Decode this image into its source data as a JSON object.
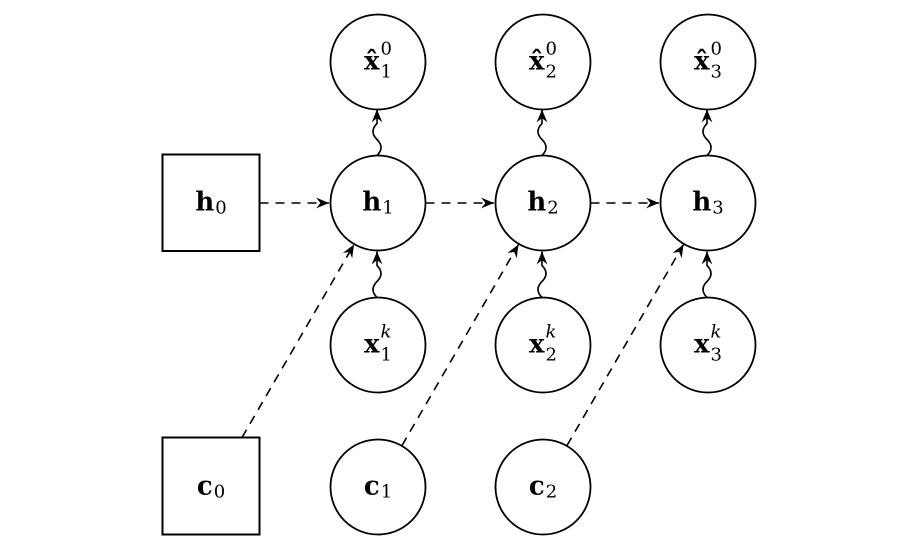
{
  "diagram": {
    "background": "#ffffff",
    "stroke_color": "#000000",
    "nodes": {
      "xhat1": {
        "base": "x̂",
        "sup": "0",
        "sub": "1",
        "shape": "circle"
      },
      "xhat2": {
        "base": "x̂",
        "sup": "0",
        "sub": "2",
        "shape": "circle"
      },
      "xhat3": {
        "base": "x̂",
        "sup": "0",
        "sub": "3",
        "shape": "circle"
      },
      "h0": {
        "base": "h",
        "sub": "0",
        "shape": "square"
      },
      "h1": {
        "base": "h",
        "sub": "1",
        "shape": "circle"
      },
      "h2": {
        "base": "h",
        "sub": "2",
        "shape": "circle"
      },
      "h3": {
        "base": "h",
        "sub": "3",
        "shape": "circle"
      },
      "xk1": {
        "base": "x",
        "sup": "k",
        "sub": "1",
        "shape": "circle"
      },
      "xk2": {
        "base": "x",
        "sup": "k",
        "sub": "2",
        "shape": "circle"
      },
      "xk3": {
        "base": "x",
        "sup": "k",
        "sub": "3",
        "shape": "circle"
      },
      "c0": {
        "base": "c",
        "sub": "0",
        "shape": "square"
      },
      "c1": {
        "base": "c",
        "sub": "1",
        "shape": "circle"
      },
      "c2": {
        "base": "c",
        "sub": "2",
        "shape": "circle"
      }
    },
    "edges": [
      {
        "from": "h0",
        "to": "h1",
        "style": "dashed-arrow"
      },
      {
        "from": "h1",
        "to": "h2",
        "style": "dashed-arrow"
      },
      {
        "from": "h2",
        "to": "h3",
        "style": "dashed-arrow"
      },
      {
        "from": "h1",
        "to": "xhat1",
        "style": "wavy-arrow"
      },
      {
        "from": "h2",
        "to": "xhat2",
        "style": "wavy-arrow"
      },
      {
        "from": "h3",
        "to": "xhat3",
        "style": "wavy-arrow"
      },
      {
        "from": "xk1",
        "to": "h1",
        "style": "wavy-arrow"
      },
      {
        "from": "xk2",
        "to": "h2",
        "style": "wavy-arrow"
      },
      {
        "from": "xk3",
        "to": "h3",
        "style": "wavy-arrow"
      },
      {
        "from": "c0",
        "to": "h1",
        "style": "dashed-arrow"
      },
      {
        "from": "c1",
        "to": "h2",
        "style": "dashed-arrow"
      },
      {
        "from": "c2",
        "to": "h3",
        "style": "dashed-arrow"
      }
    ]
  }
}
